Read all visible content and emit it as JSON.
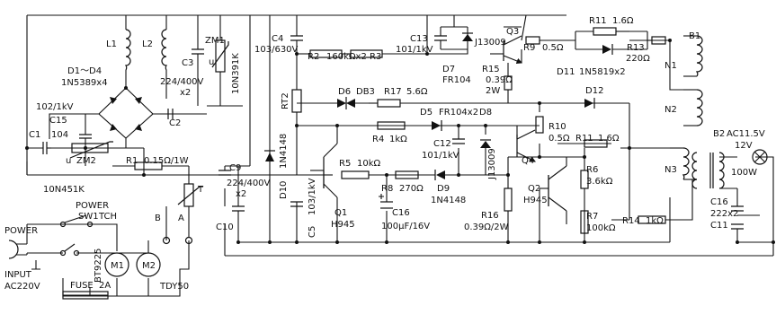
{
  "labels": {
    "L1": "L1",
    "L2": "L2",
    "D1_D4": "D1～D4",
    "D1_D4_part": "1N5389x4",
    "C3": "C3",
    "ZM1": "ZM1",
    "ZM1_part": "10N391K",
    "C4": "C4",
    "C4_val": "103/630V",
    "R2": "R2",
    "R2R3_val": "160kΩx2",
    "R3": "R3",
    "C13": "C13",
    "C13_val": "101/1kV",
    "Q3": "Q3",
    "Q3_part": "J13009",
    "D7": "D7",
    "D7_part": "FR104",
    "R9": "R9",
    "R9_val": "0.5Ω",
    "R11_top": "R11",
    "R11_top_val": "1.6Ω",
    "R13": "R13",
    "R13_val": "220Ω",
    "D11": "D11",
    "D11_part": "1N5819x2",
    "B1": "B1",
    "N1": "N1",
    "N2": "N2",
    "N3": "N3",
    "R15": "R15",
    "R15_val": "0.39Ω",
    "R15_pw": "2W",
    "RT2": "RT2",
    "D6": "D6",
    "D6_part": "DB3",
    "R17": "R17",
    "R17_val": "5.6Ω",
    "D12": "D12",
    "C15": "C15",
    "C15_val": "102/1kV",
    "C2": "C2",
    "C2_val": "224/400V",
    "C2_x2": "x2",
    "C1": "C1",
    "C1_val": "104",
    "D5": "D5",
    "D5D8_part": "FR104x2",
    "D8": "D8",
    "R10": "R10",
    "R10_val": "0.5Ω",
    "R11_mid": "R11",
    "R11_mid_val": "1.6Ω",
    "R4": "R4",
    "R4_val": "1kΩ",
    "C12": "C12",
    "C12_val": "101/1kV",
    "Q4": "Q4",
    "Q4_part": "J13009",
    "B2": "B2",
    "B2_val": "AC11.5V",
    "lamp_v": "12V",
    "lamp_w": "100W",
    "ZM2": "ZM2",
    "ZM2_part": "10N451K",
    "R1": "R1",
    "R1_val": "0.15Ω/1W",
    "T": "T",
    "C9": "C9",
    "C9_val": "224/400V",
    "C9_x2": "x2",
    "D10": "D10",
    "D10_part": "1N4148",
    "R5": "R5",
    "R5_val": "10kΩ",
    "Q1": "Q1",
    "Q1_part": "H945",
    "R8": "R8",
    "R8_val": "270Ω",
    "D9": "D9",
    "D9_part": "1N4148",
    "R6": "R6",
    "R6_val": "3.6kΩ",
    "Q2": "Q2",
    "Q2_part": "H945",
    "R14": "R14",
    "R14_val": "1kΩ",
    "C16_right": "C16",
    "C16_right_val": "222x2",
    "C11": "C11",
    "POWER": "POWER",
    "POWER_SW": "POWER",
    "SW1": "SW1",
    "TCH": "TCH",
    "B_term": "B",
    "A_term": "A",
    "C10": "C10",
    "C5": "C5",
    "C5_val": "103/1kV",
    "C16_left": "C16",
    "C16_left_val": "100μF/16V",
    "R16": "R16",
    "R16_val": "0.39Ω/2W",
    "R7": "R7",
    "R7_val": "100kΩ",
    "BT9225": "BT9225",
    "M1": "M1",
    "M2": "M2",
    "INPUT": "INPUT",
    "AC220V": "AC220V",
    "FUSE": "FUSE",
    "FUSE_val": "2A",
    "TDY50": "TDY50",
    "u1": "u",
    "u2": "u"
  }
}
